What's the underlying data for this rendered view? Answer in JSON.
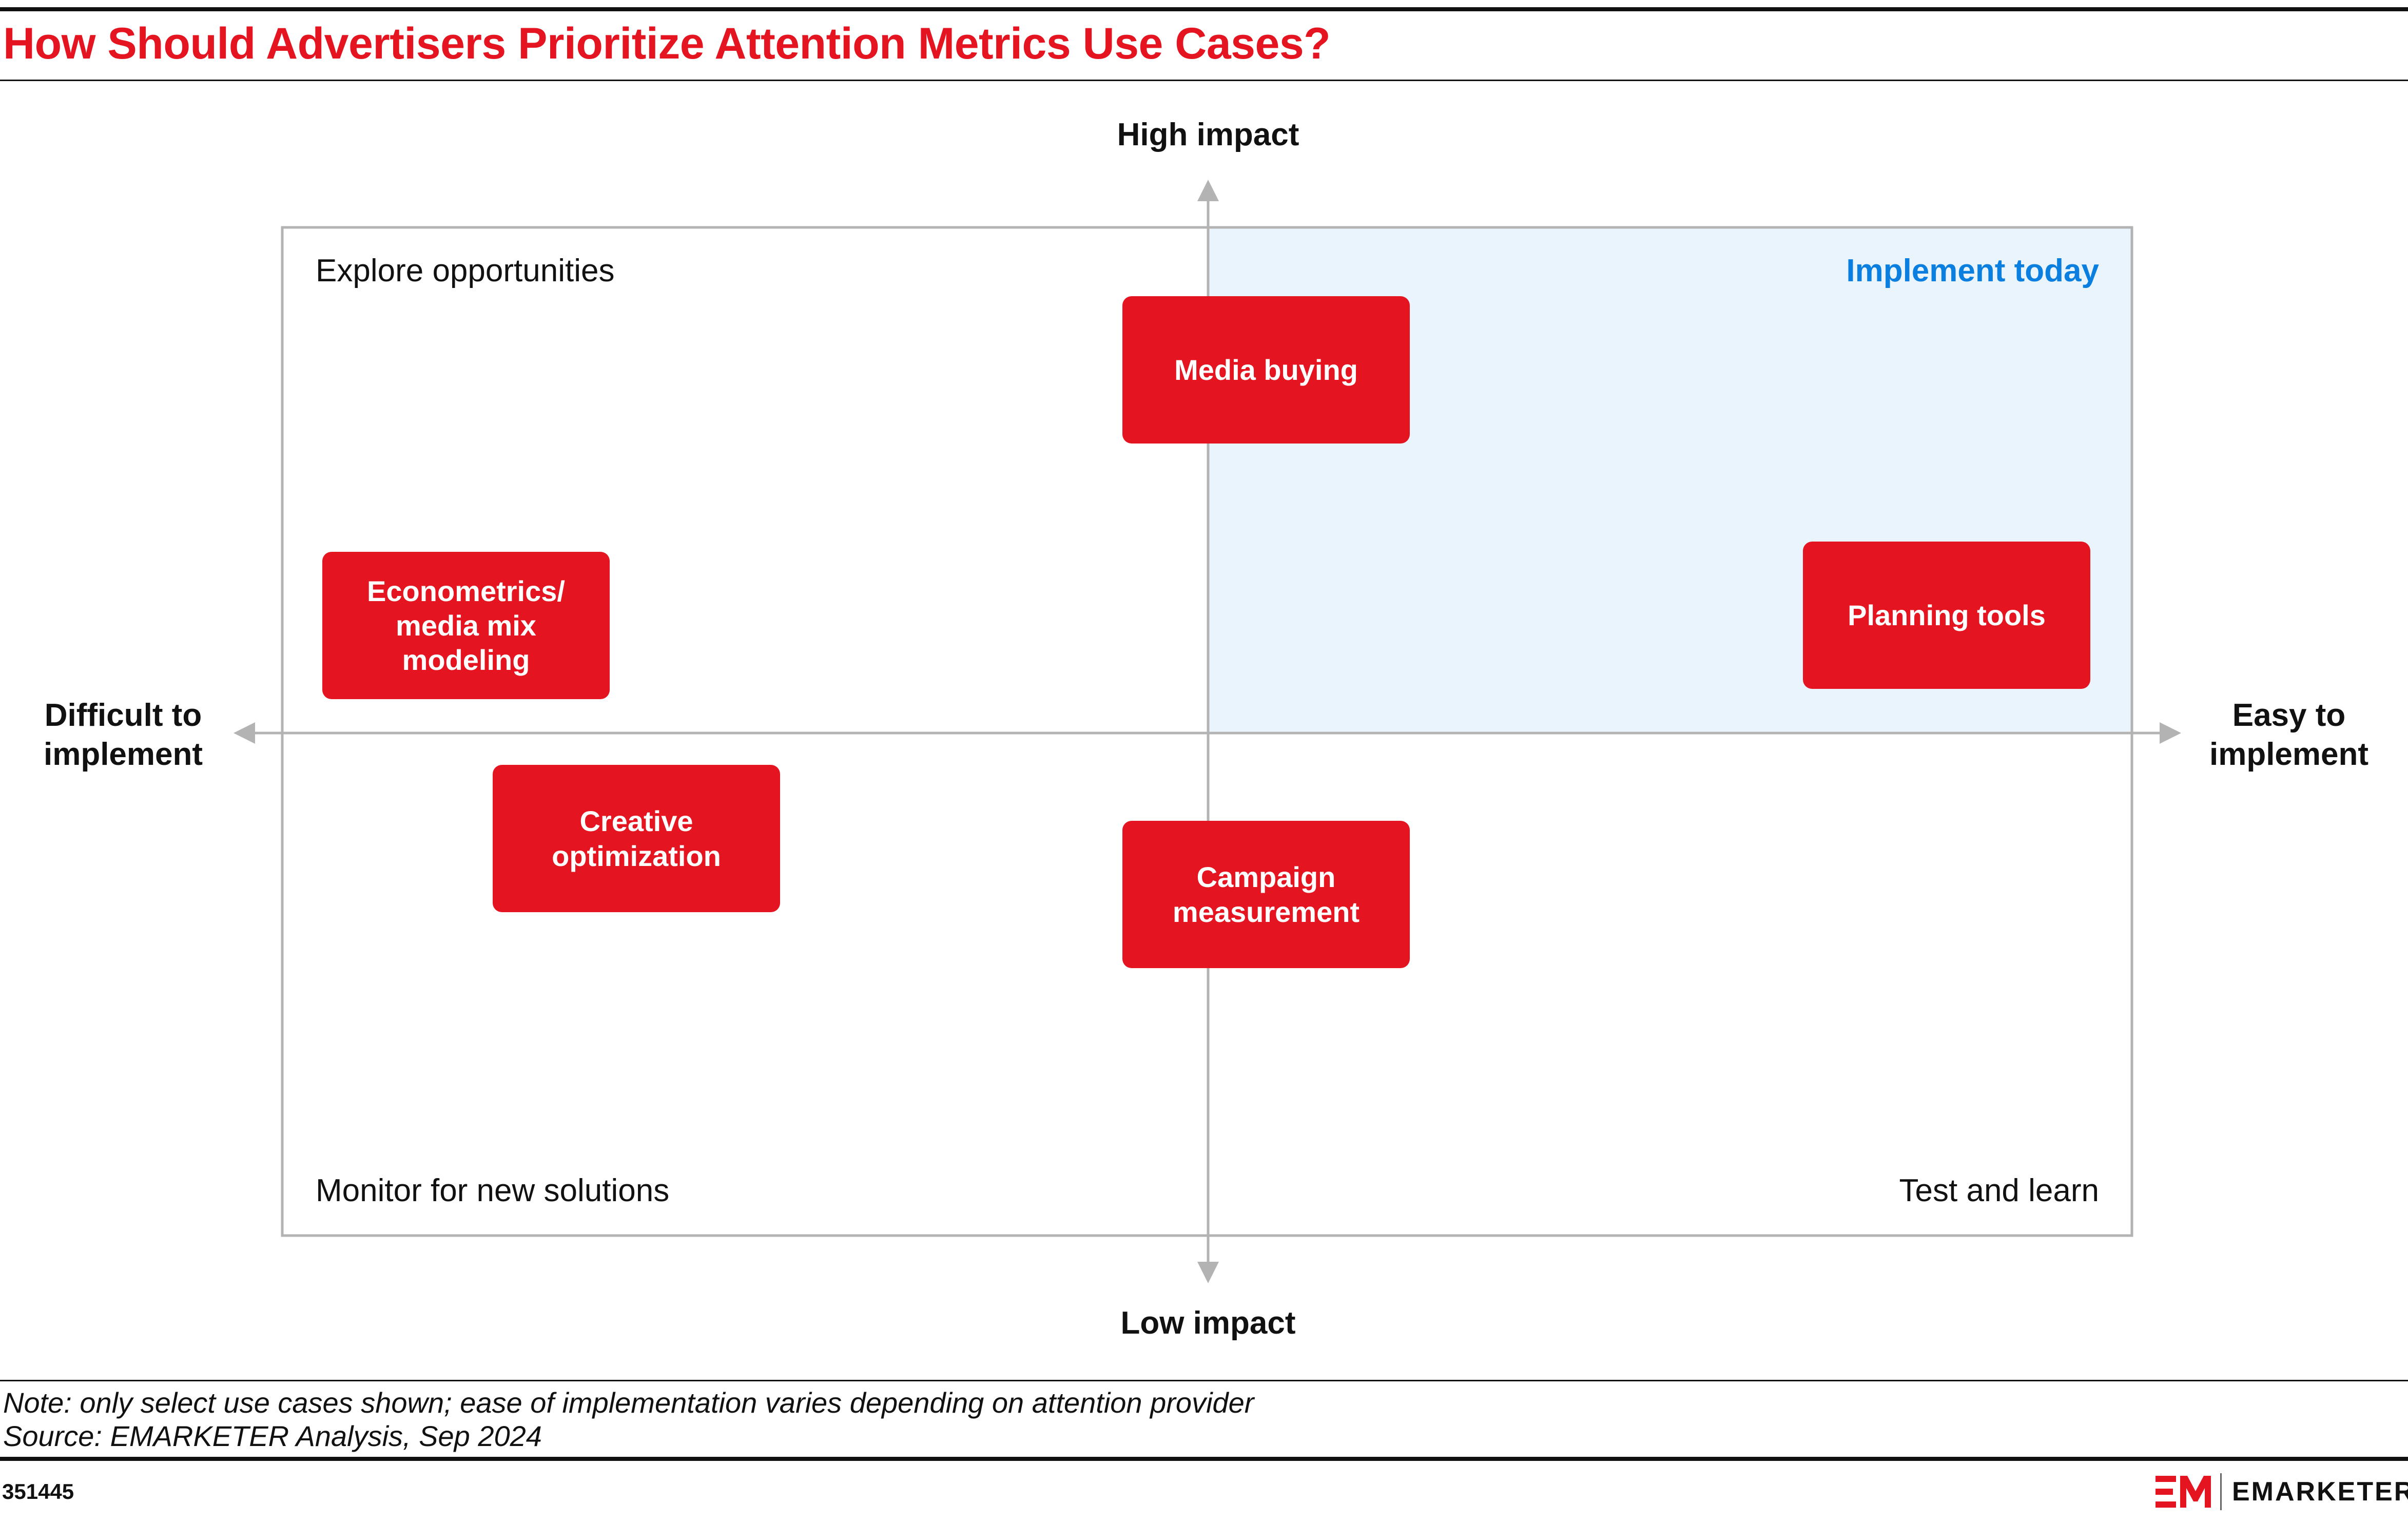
{
  "title": "How Should Advertisers Prioritize Attention Metrics Use Cases?",
  "axes": {
    "top": "High impact",
    "bottom": "Low impact",
    "left": "Difficult to\nimplement",
    "right": "Easy to\nimplement"
  },
  "quadrants": {
    "top_left": "Explore opportunities",
    "top_right": "Implement today",
    "bottom_left": "Monitor for new solutions",
    "bottom_right": "Test and learn"
  },
  "use_cases": [
    {
      "label": "Media buying"
    },
    {
      "label": "Econometrics/\nmedia mix\nmodeling"
    },
    {
      "label": "Planning tools"
    },
    {
      "label": "Creative\noptimization"
    },
    {
      "label": "Campaign\nmeasurement"
    }
  ],
  "footer": {
    "note": "Note: only select use cases shown; ease of implementation varies depending on attention provider",
    "source": "Source: EMARKETER Analysis, Sep 2024",
    "chart_id": "351445",
    "brand": "EMARKETER"
  },
  "colors": {
    "accent_red": "#e41520",
    "highlight_blue": "#0a7fe0",
    "highlight_fill": "#eaf4fd",
    "axis_gray": "#b3b3b3"
  },
  "icons": {
    "brand_logo": "em-logo-icon",
    "axis_arrows": "arrow-head-icon"
  }
}
